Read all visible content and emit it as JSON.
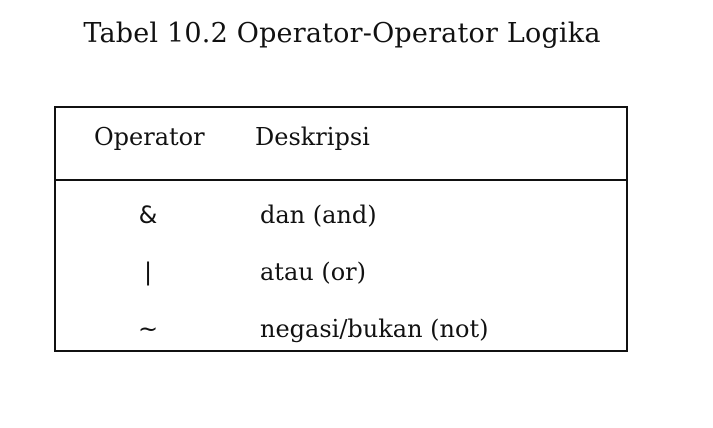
{
  "caption": "Tabel 10.2  Operator-Operator Logika",
  "table": {
    "headers": {
      "operator": "Operator",
      "description": "Deskripsi"
    },
    "rows": [
      {
        "operator": "&",
        "description": "dan (and)"
      },
      {
        "operator": "|",
        "description": "atau (or)"
      },
      {
        "operator": "~",
        "description": "negasi/bukan (not)"
      }
    ]
  }
}
